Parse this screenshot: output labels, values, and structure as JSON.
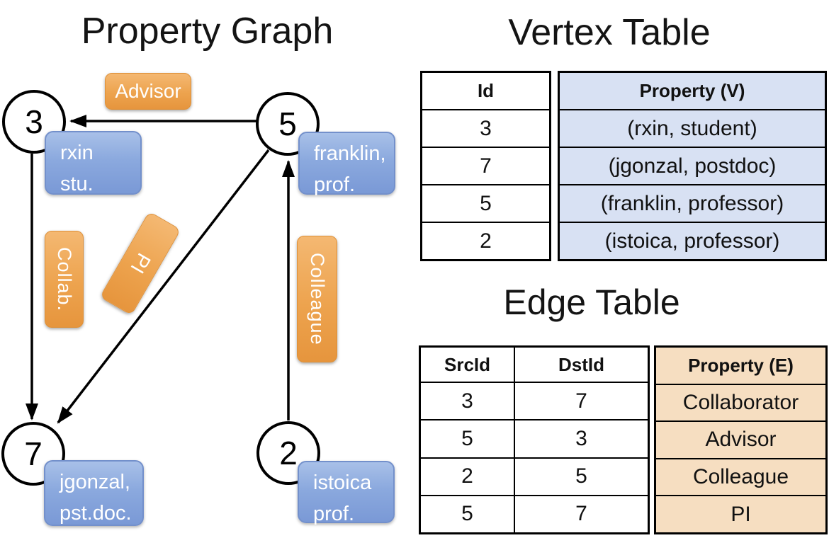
{
  "graph": {
    "title": "Property Graph",
    "vertices": [
      {
        "id": "3",
        "property_line1": "rxin",
        "property_line2": "stu."
      },
      {
        "id": "5",
        "property_line1": "franklin,",
        "property_line2": "prof."
      },
      {
        "id": "7",
        "property_line1": "jgonzal,",
        "property_line2": "pst.doc."
      },
      {
        "id": "2",
        "property_line1": "istoica",
        "property_line2": "prof."
      }
    ],
    "edges": [
      {
        "src": "5",
        "dst": "3",
        "label": "Advisor"
      },
      {
        "src": "3",
        "dst": "7",
        "label": "Collab."
      },
      {
        "src": "5",
        "dst": "7",
        "label": "PI"
      },
      {
        "src": "2",
        "dst": "5",
        "label": "Colleague"
      }
    ]
  },
  "vertex_table": {
    "title": "Vertex Table",
    "columns": [
      "Id",
      "Property (V)"
    ],
    "rows": [
      [
        "3",
        "(rxin, student)"
      ],
      [
        "7",
        "(jgonzal, postdoc)"
      ],
      [
        "5",
        "(franklin, professor)"
      ],
      [
        "2",
        "(istoica, professor)"
      ]
    ]
  },
  "edge_table": {
    "title": "Edge Table",
    "columns": [
      "SrcId",
      "DstId",
      "Property (E)"
    ],
    "rows": [
      [
        "3",
        "7",
        "Collaborator"
      ],
      [
        "5",
        "3",
        "Advisor"
      ],
      [
        "2",
        "5",
        "Colleague"
      ],
      [
        "5",
        "7",
        "PI"
      ]
    ]
  },
  "colors": {
    "edge_label_orange_top": "#F4B872",
    "edge_label_orange_bottom": "#E6953D",
    "vertex_label_blue_top": "#A8C0E8",
    "vertex_label_blue_bottom": "#7A99D6",
    "vertex_property_fill": "#D8E1F3",
    "edge_property_fill": "#F6DEC1",
    "line_color": "#000000"
  }
}
